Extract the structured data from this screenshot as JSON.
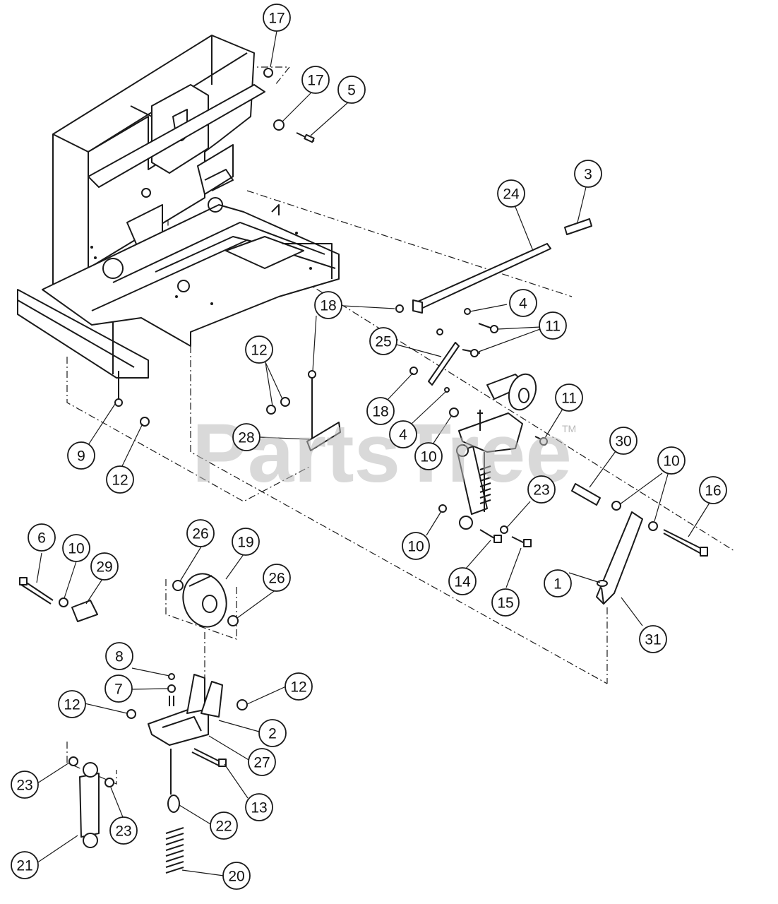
{
  "watermark": {
    "text": "PartsTree",
    "trademark": "TM"
  },
  "callouts": [
    "17",
    "17",
    "5",
    "3",
    "24",
    "4",
    "11",
    "18",
    "25",
    "11",
    "12",
    "18",
    "4",
    "10",
    "28",
    "30",
    "10",
    "16",
    "9",
    "12",
    "23",
    "10",
    "14",
    "15",
    "1",
    "31",
    "6",
    "10",
    "29",
    "26",
    "19",
    "26",
    "8",
    "7",
    "12",
    "12",
    "2",
    "27",
    "13",
    "23",
    "23",
    "22",
    "21",
    "20"
  ]
}
